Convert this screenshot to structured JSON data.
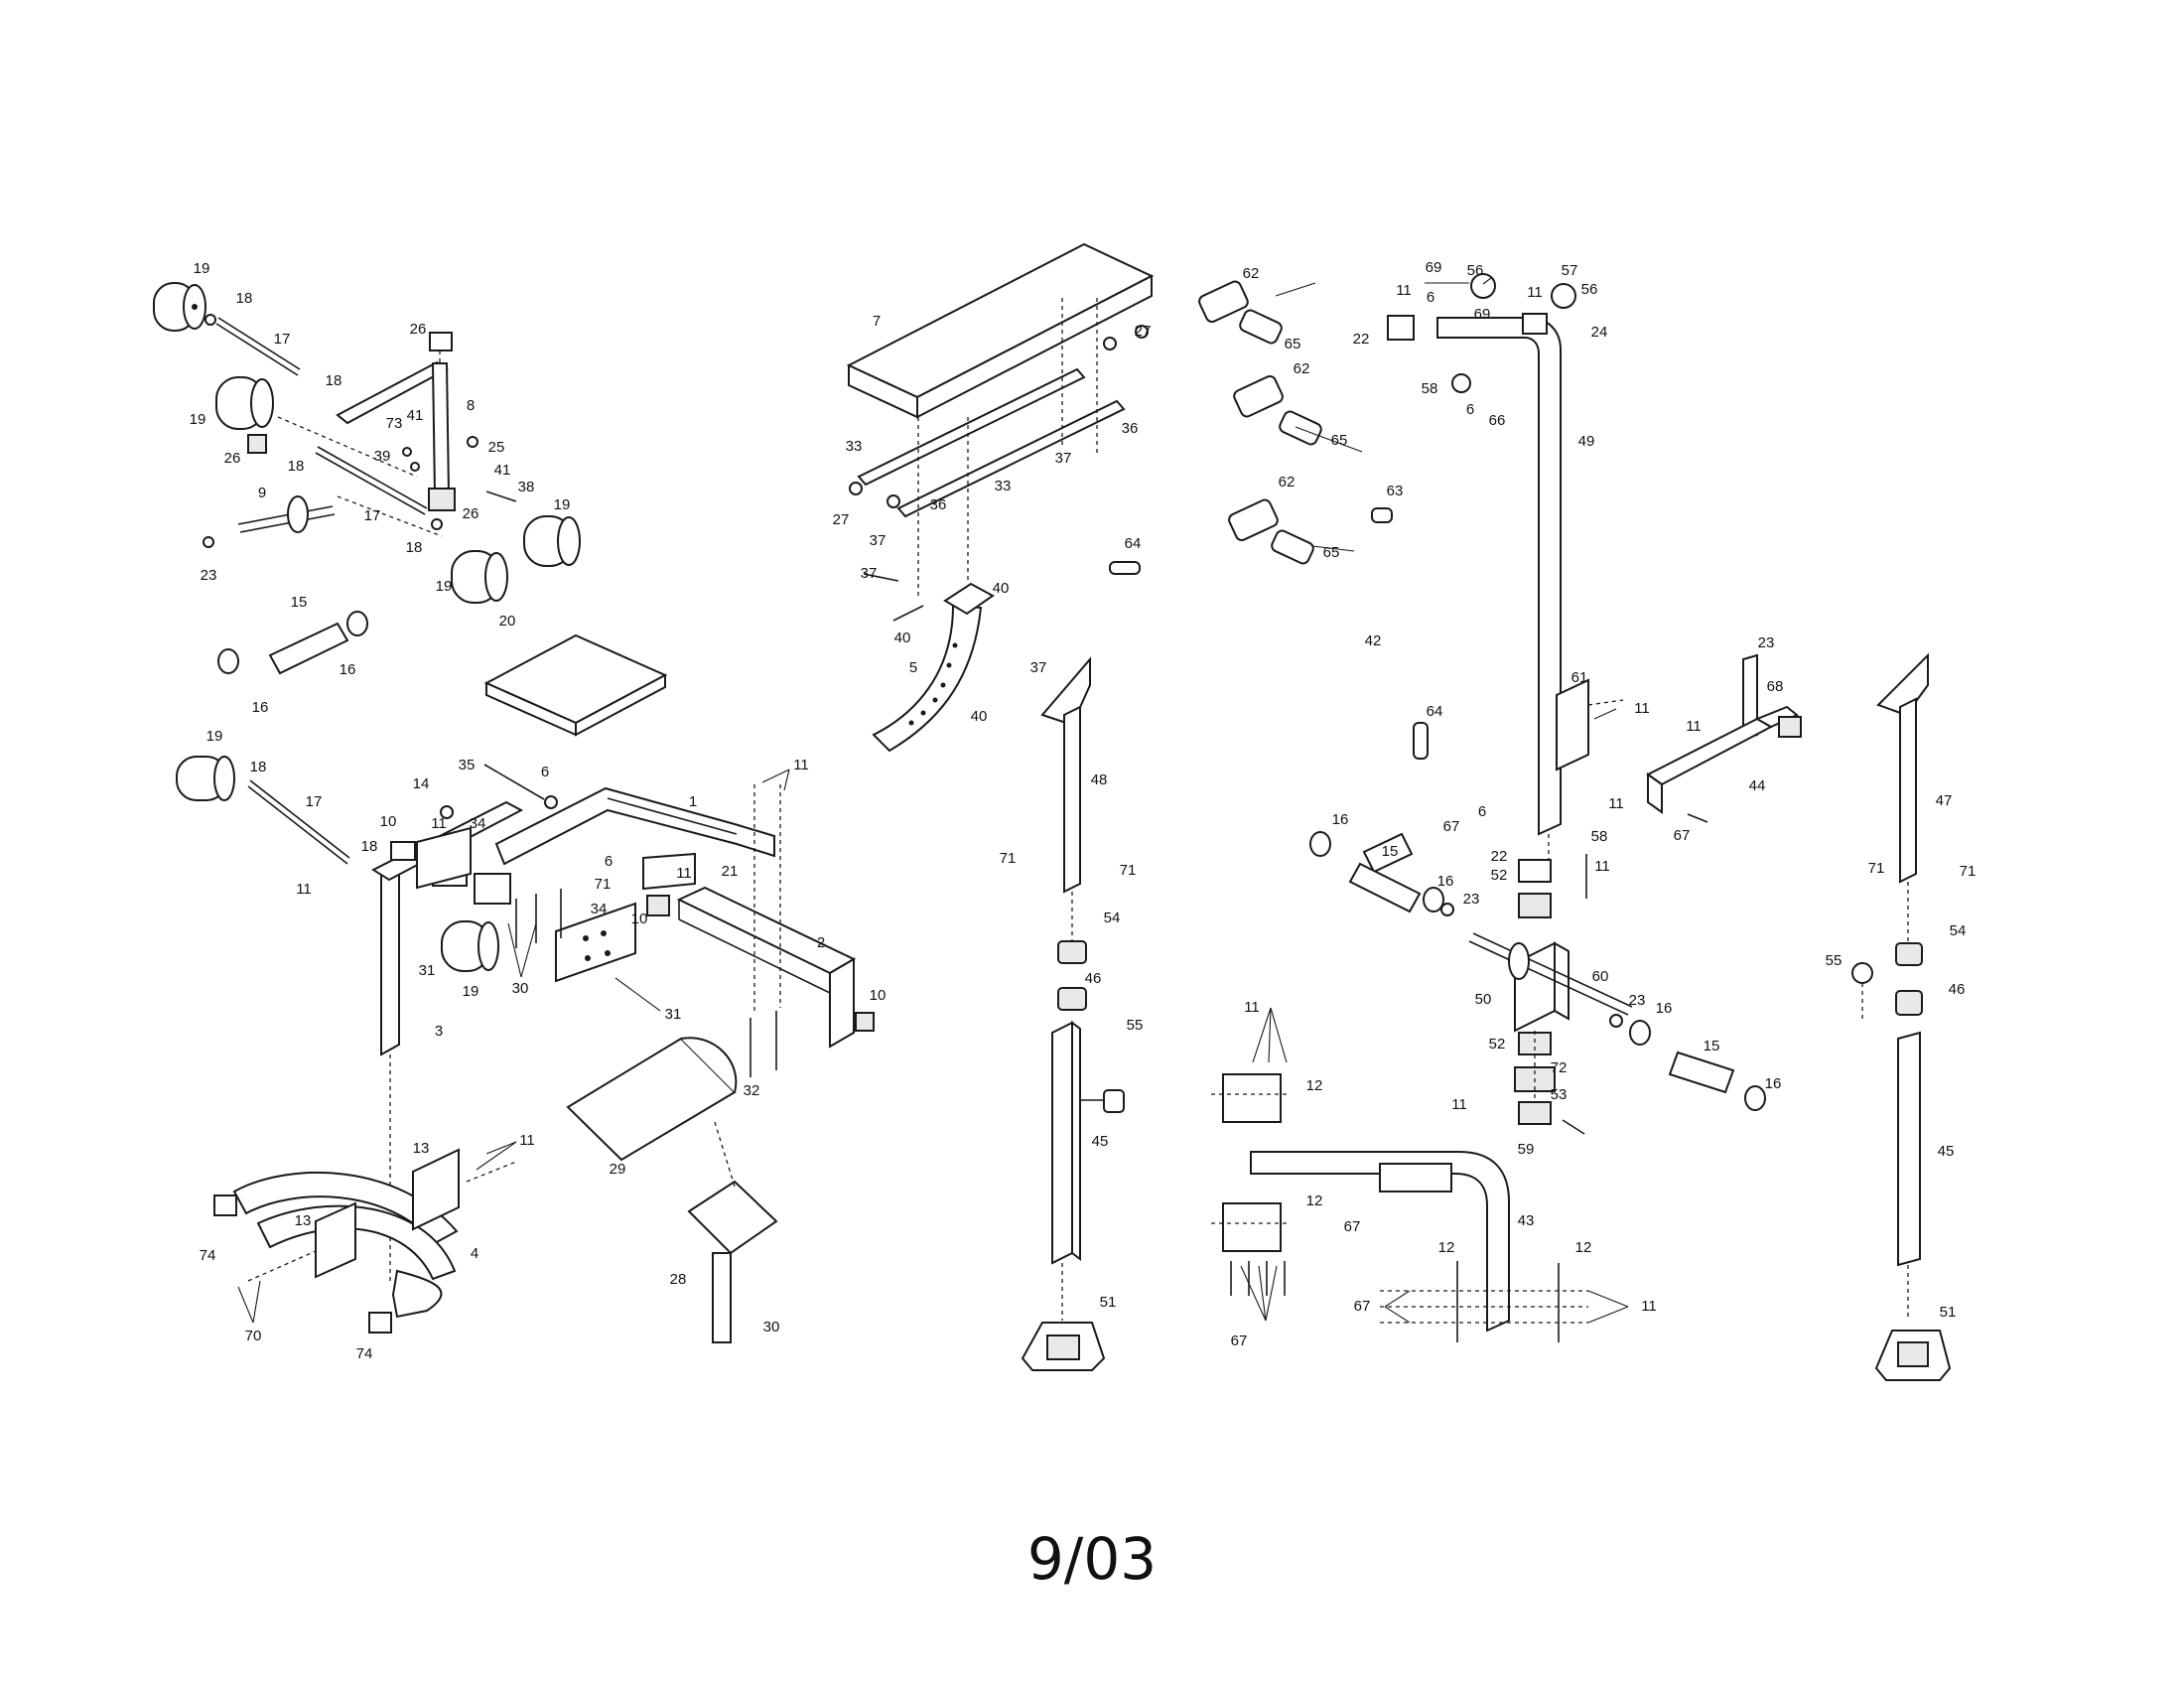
{
  "footer": {
    "date_code": "9/03"
  },
  "labels": {
    "p1": "1",
    "p2": "2",
    "p3": "3",
    "p4": "4",
    "p5": "5",
    "p6": "6",
    "p7": "7",
    "p8": "8",
    "p9": "9",
    "p10": "10",
    "p11": "11",
    "p12": "12",
    "p13": "13",
    "p14": "14",
    "p15": "15",
    "p16": "16",
    "p17": "17",
    "p18": "18",
    "p19": "19",
    "p20": "20",
    "p21": "21",
    "p22": "22",
    "p23": "23",
    "p24": "24",
    "p25": "25",
    "p26": "26",
    "p27": "27",
    "p28": "28",
    "p29": "29",
    "p30": "30",
    "p31": "31",
    "p32": "32",
    "p33": "33",
    "p34": "34",
    "p35": "35",
    "p36": "36",
    "p37": "37",
    "p38": "38",
    "p39": "39",
    "p40": "40",
    "p41": "41",
    "p42": "42",
    "p43": "43",
    "p44": "44",
    "p45": "45",
    "p46": "46",
    "p47": "47",
    "p48": "48",
    "p49": "49",
    "p50": "50",
    "p51": "51",
    "p52": "52",
    "p53": "53",
    "p54": "54",
    "p55": "55",
    "p56": "56",
    "p57": "57",
    "p58": "58",
    "p59": "59",
    "p60": "60",
    "p61": "61",
    "p62": "62",
    "p63": "63",
    "p64": "64",
    "p65": "65",
    "p66": "66",
    "p67": "67",
    "p68": "68",
    "p69": "69",
    "p70": "70",
    "p71": "71",
    "p72": "72",
    "p73": "73",
    "p74": "74"
  }
}
